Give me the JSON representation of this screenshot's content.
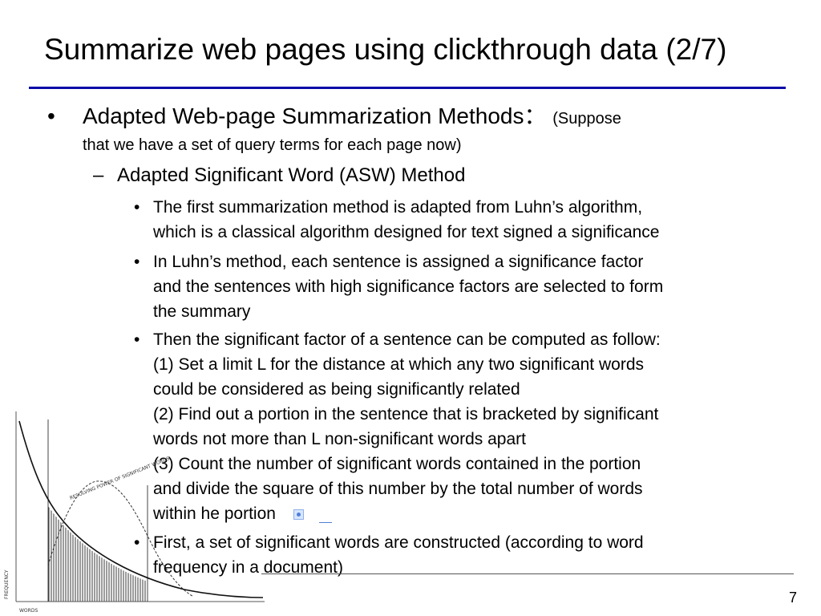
{
  "title": "Summarize web pages using clickthrough data (2/7)",
  "page_number": "7",
  "bullet1": {
    "main": "Adapted Web-page Summarization Methods：",
    "note_start": "(Suppose",
    "note_cont": "that we have a set of query terms for each page now)"
  },
  "sub1": "Adapted Significant Word (ASW) Method",
  "points": [
    {
      "lines": [
        "The first summarization method is adapted from Luhn’s algorithm,",
        "which is a classical algorithm designed for text signed a significance"
      ]
    },
    {
      "lines": [
        "In Luhn’s method, each sentence is assigned a significance factor",
        "and the sentences with high significance factors are selected to form",
        "the summary"
      ]
    },
    {
      "lines": [
        "Then the significant factor of a sentence can be computed as follow:",
        "(1) Set a limit L for the distance at which any two significant words",
        "could be considered as being significantly related",
        "(2) Find out a portion in the sentence that is bracketed by significant",
        "words not more than L non-significant words apart",
        "(3) Count the number of significant words contained in the portion",
        "and divide the square of this number by the total number of words",
        "within he portion"
      ]
    },
    {
      "lines": [
        "First, a set of significant words are constructed (according to word",
        "frequency in a document)"
      ]
    }
  ],
  "figure": {
    "y_axis_label": "FREQUENCY",
    "x_axis_label": "WORDS",
    "curve_label": "RESOLVING POWER OF SIGNIFICANT WORDS"
  },
  "colors": {
    "title_rule": "#0a0aa8",
    "reference_icon": "#4f7ed8"
  }
}
